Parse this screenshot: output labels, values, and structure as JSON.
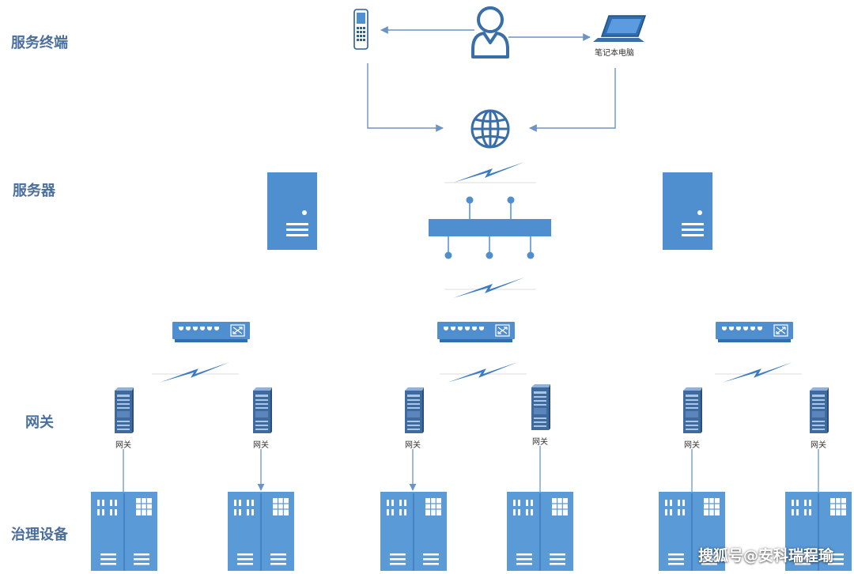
{
  "row_labels": {
    "terminal": "服务终端",
    "server": "服务器",
    "gateway": "网关",
    "device": "治理设备"
  },
  "laptop_label": "笔记本电脑",
  "gateway_label": "网关",
  "watermark": "搜狐号@安科瑞程瑜",
  "colors": {
    "accent": "#4f8fd0",
    "accent_dark": "#2f6fb0",
    "label": "#4a6f9c",
    "line": "#7aa5d4"
  },
  "icons": [
    "phone-icon",
    "user-icon",
    "laptop-icon",
    "globe-icon",
    "server-icon",
    "hub-icon",
    "switch-icon",
    "gateway-icon",
    "cabinet-icon",
    "lightning-icon"
  ]
}
